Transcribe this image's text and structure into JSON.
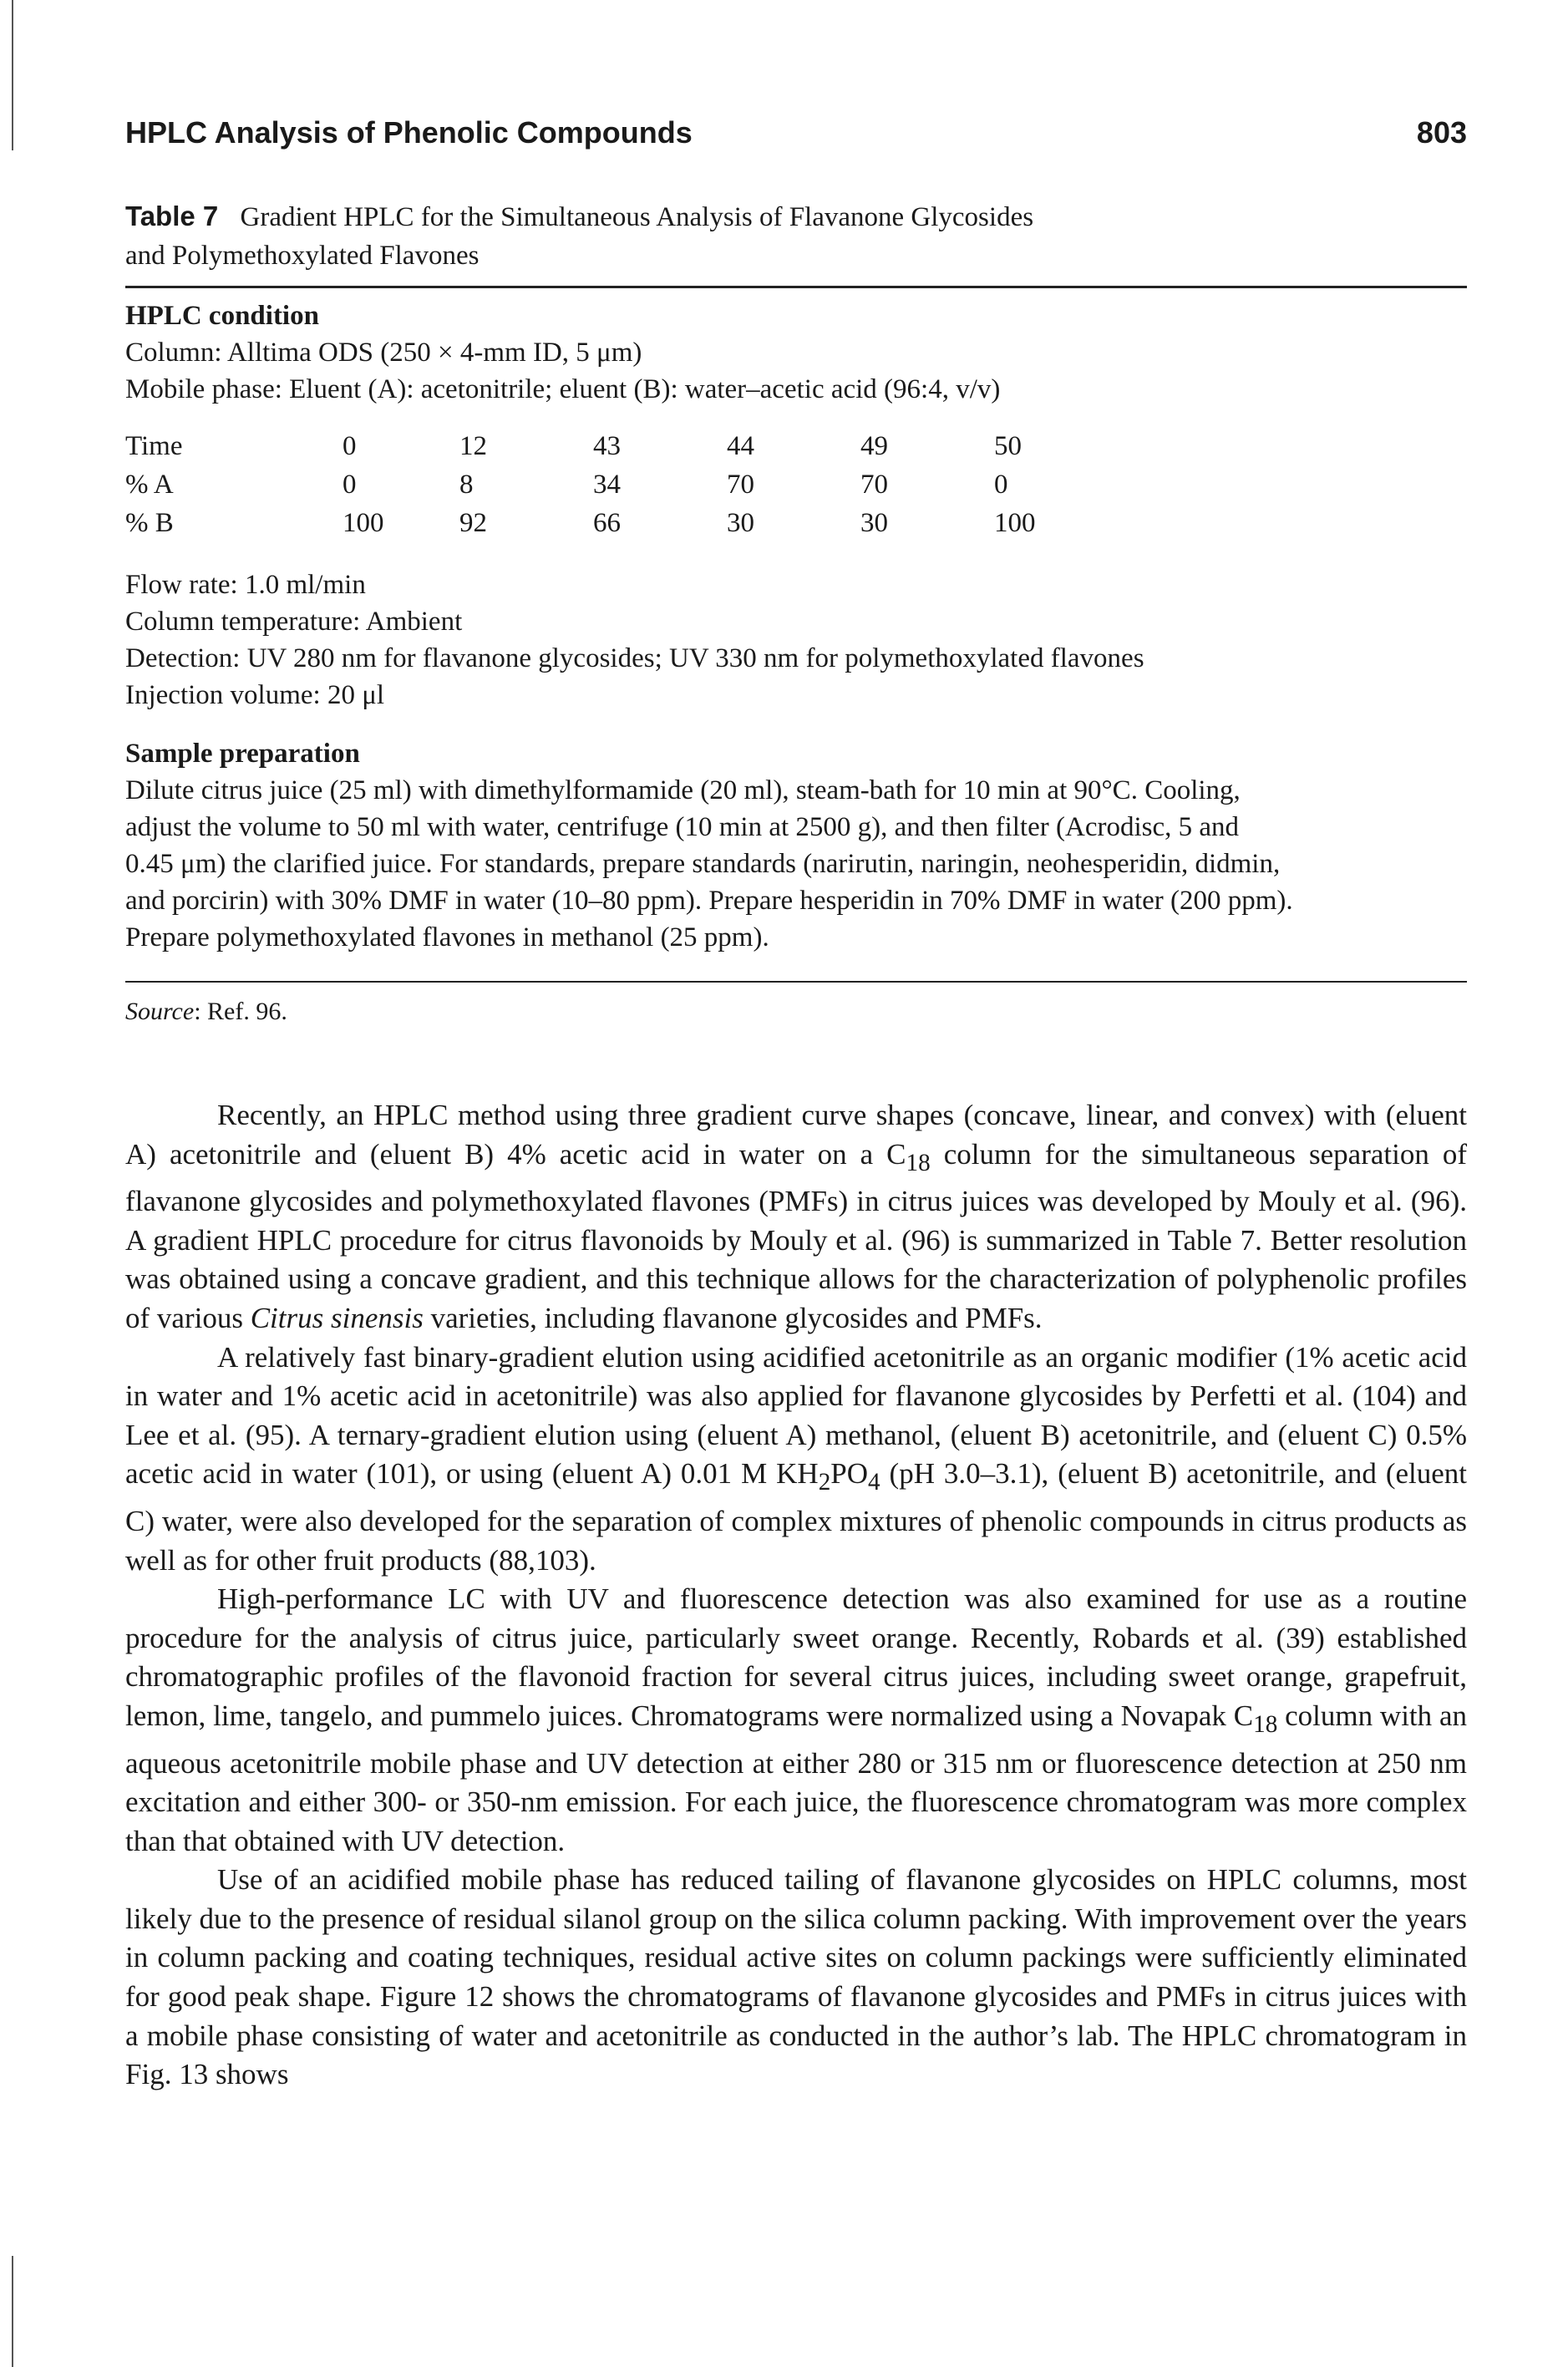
{
  "header": {
    "title": "HPLC Analysis of Phenolic Compounds",
    "page_number": "803"
  },
  "table": {
    "label": "Table 7",
    "caption_line1": "Gradient HPLC for the Simultaneous Analysis of Flavanone Glycosides",
    "caption_line2": "and Polymethoxylated Flavones",
    "hplc_heading": "HPLC condition",
    "column": "Column: Alltima ODS (250 × 4-mm ID, 5 μm)",
    "mobile_phase": "Mobile phase: Eluent (A): acetonitrile; eluent (B): water–acetic acid (96:4, v/v)",
    "gradient_rows": [
      {
        "label": "Time",
        "values": [
          "0",
          "12",
          "43",
          "44",
          "49",
          "50"
        ]
      },
      {
        "label": "% A",
        "values": [
          "0",
          "8",
          "34",
          "70",
          "70",
          "0"
        ]
      },
      {
        "label": "% B",
        "values": [
          "100",
          "92",
          "66",
          "30",
          "30",
          "100"
        ]
      }
    ],
    "flow_rate": "Flow rate: 1.0 ml/min",
    "column_temperature": "Column temperature: Ambient",
    "detection": "Detection: UV 280 nm for flavanone glycosides; UV 330 nm for polymethoxylated flavones",
    "injection_volume": "Injection volume: 20 μl",
    "sample_heading": "Sample preparation",
    "sample_text": [
      "Dilute citrus juice (25 ml) with dimethylformamide (20 ml), steam-bath for 10 min at 90°C. Cooling,",
      "adjust the volume to 50 ml with water, centrifuge (10 min at 2500 g), and then filter (Acrodisc, 5 and",
      "0.45 μm) the clarified juice. For standards, prepare standards (narirutin, naringin, neohesperidin, didmin,",
      "and porcirin) with 30% DMF in water (10–80 ppm). Prepare hesperidin in 70% DMF in water (200 ppm).",
      "Prepare polymethoxylated flavones in methanol (25 ppm)."
    ],
    "source_label": "Source",
    "source_text": ": Ref. 96."
  },
  "body": {
    "p1a": "Recently, an HPLC method using three gradient curve shapes (concave, linear, and convex) with (eluent A) acetonitrile and (eluent B) 4% acetic acid in water on a C",
    "p1_sub": "18",
    "p1b": " column for the simultaneous separation of flavanone glycosides and polymethoxylated flavones (PMFs) in citrus juices was developed by Mouly et al. (96). A gradient HPLC procedure for citrus flavonoids by Mouly et al. (96) is summarized in Table 7. Better resolution was obtained using a concave gradient, and this technique allows for the characterization of polyphenolic profiles of various ",
    "p1_italic": "Citrus sinensis",
    "p1c": " varieties, including flavanone glycosides and PMFs.",
    "p2a": "A relatively fast binary-gradient elution using acidified acetonitrile as an organic modifier (1% acetic acid in water and 1% acetic acid in acetonitrile) was also applied for flavanone glycosides by Perfetti et al. (104) and Lee et al. (95). A ternary-gradient elution using (eluent A) methanol, (eluent B) acetonitrile, and (eluent C) 0.5% acetic acid in water (101), or using (eluent A) 0.01 M KH",
    "p2_sub1": "2",
    "p2b": "PO",
    "p2_sub2": "4",
    "p2c": " (pH 3.0–3.1), (eluent B) acetonitrile, and (eluent C) water, were also developed for the separation of complex mixtures of phenolic compounds in citrus products as well as for other fruit products (88,103).",
    "p3a": "High-performance LC with UV and fluorescence detection was also examined for use as a routine procedure for the analysis of citrus juice, particularly sweet orange. Recently, Robards et al. (39) established chromatographic profiles of the flavonoid fraction for several citrus juices, including sweet orange, grapefruit, lemon, lime, tangelo, and pummelo juices. Chromatograms were normalized using a Novapak C",
    "p3_sub": "18",
    "p3b": " column with an aqueous acetonitrile mobile phase and UV detection at either 280 or 315 nm or fluorescence detection at 250 nm excitation and either 300- or 350-nm emission. For each juice, the fluorescence chromatogram was more complex than that obtained with UV detection.",
    "p4": "Use of an acidified mobile phase has reduced tailing of flavanone glycosides on HPLC columns, most likely due to the presence of residual silanol group on the silica column packing. With improvement over the years in column packing and coating techniques, residual active sites on column packings were sufficiently eliminated for good peak shape. Figure 12 shows the chromatograms of flavanone glycosides and PMFs in citrus juices with a mobile phase consisting of water and acetonitrile as conducted in the author’s lab. The HPLC chromatogram in Fig. 13 shows"
  }
}
